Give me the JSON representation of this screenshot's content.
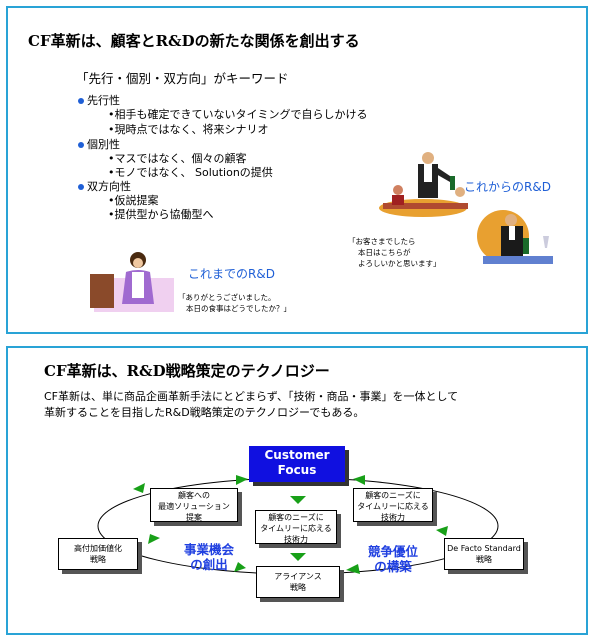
{
  "panel1": {
    "title": "CF革新は、顧客とR&Dの新たな関係を創出する",
    "keyword": "「先行・個別・双方向」がキーワード",
    "sections": [
      {
        "heading": "先行性",
        "items": [
          "相手も確定できていないタイミングで自らしかける",
          "現時点ではなく、将来シナリオ"
        ]
      },
      {
        "heading": "個別性",
        "items": [
          "マスではなく、個々の顧客",
          "モノではなく、 Solutionの提供"
        ]
      },
      {
        "heading": "双方向性",
        "items": [
          "仮説提案",
          "提供型から協働型へ"
        ]
      }
    ],
    "future_label": "これからのR&D",
    "future_quote": [
      "「お客さまでしたら",
      "本日はこちらが",
      "よろしいかと思います」"
    ],
    "past_label": "これまでのR&D",
    "past_quote": [
      "「ありがとうございました。",
      "本日の食事はどうでしたか？」"
    ]
  },
  "panel2": {
    "title": "CF革新は、R&D戦略策定のテクノロジー",
    "desc_line1": "CF革新は、単に商品企画革新手法にとどまらず、「技術・商品・事業」を一体として",
    "desc_line2": "革新することを目指したR&D戦略策定のテクノロジーでもある。",
    "customer_focus": [
      "Customer",
      "Focus"
    ],
    "box_left_top": [
      "顧客への",
      "最適ソリューション",
      "提案"
    ],
    "box_center": [
      "顧客のニーズに",
      "タイムリーに応える",
      "技術力"
    ],
    "box_right_top": [
      "顧客のニーズに",
      "タイムリーに応える",
      "技術力"
    ],
    "box_left": [
      "高付加価値化",
      "戦略"
    ],
    "box_bottom": [
      "アライアンス",
      "戦略"
    ],
    "box_right": [
      "De Facto Standard",
      "戦略"
    ],
    "label_left": [
      "事業機会",
      "の創出"
    ],
    "label_right": [
      "競争優位",
      "の構築"
    ]
  }
}
